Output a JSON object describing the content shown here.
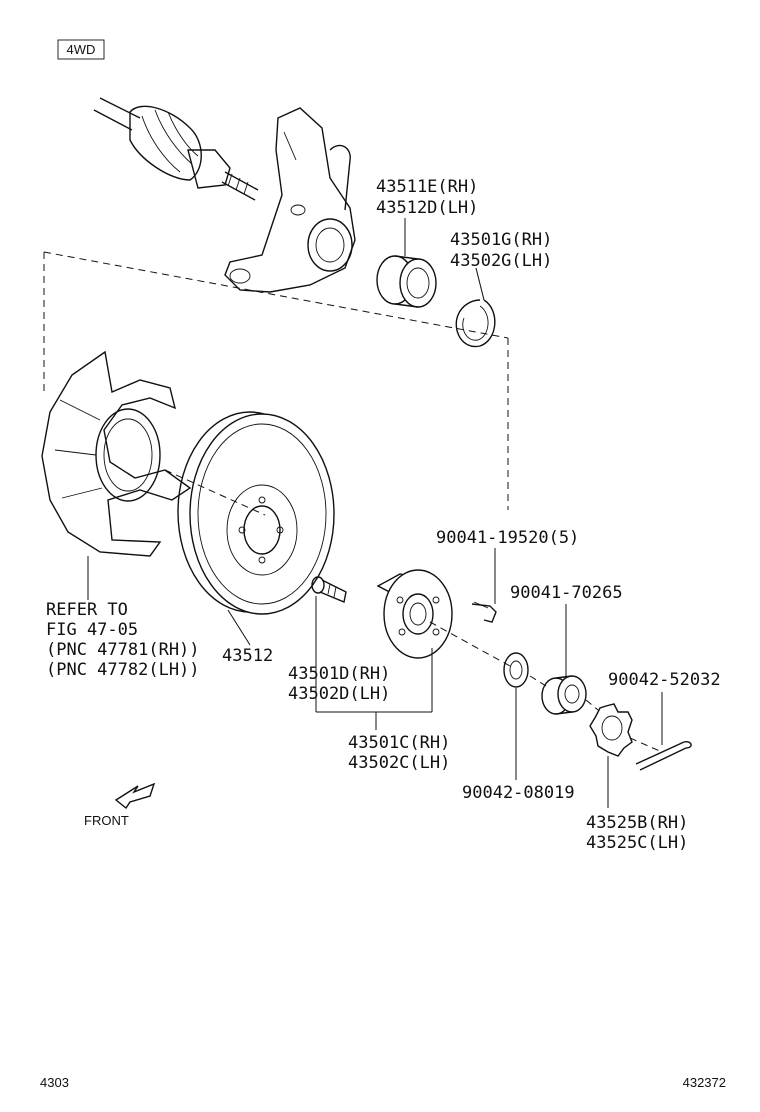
{
  "badge": "4WD",
  "labels": {
    "hub_bearing_rh": "43511E(RH)",
    "hub_bearing_lh": "43512D(LH)",
    "snap_ring_rh": "43501G(RH)",
    "snap_ring_lh": "43502G(LH)",
    "bolt_a": "90041-19520(5)",
    "bolt_b": "90041-70265",
    "cotter": "90042-52032",
    "refer_1": "REFER TO",
    "refer_2": "FIG 47-05",
    "refer_3": "(PNC 47781(RH))",
    "refer_4": "(PNC 47782(LH))",
    "disc": "43512",
    "hub_bolt_rh": "43501D(RH)",
    "hub_bolt_lh": "43502D(LH)",
    "hub_rh": "43501C(RH)",
    "hub_lh": "43502C(LH)",
    "washer": "90042-08019",
    "nut_rh": "43525B(RH)",
    "nut_lh": "43525C(LH)"
  },
  "front_label": "FRONT",
  "footer": {
    "left": "4303",
    "right": "432372"
  }
}
